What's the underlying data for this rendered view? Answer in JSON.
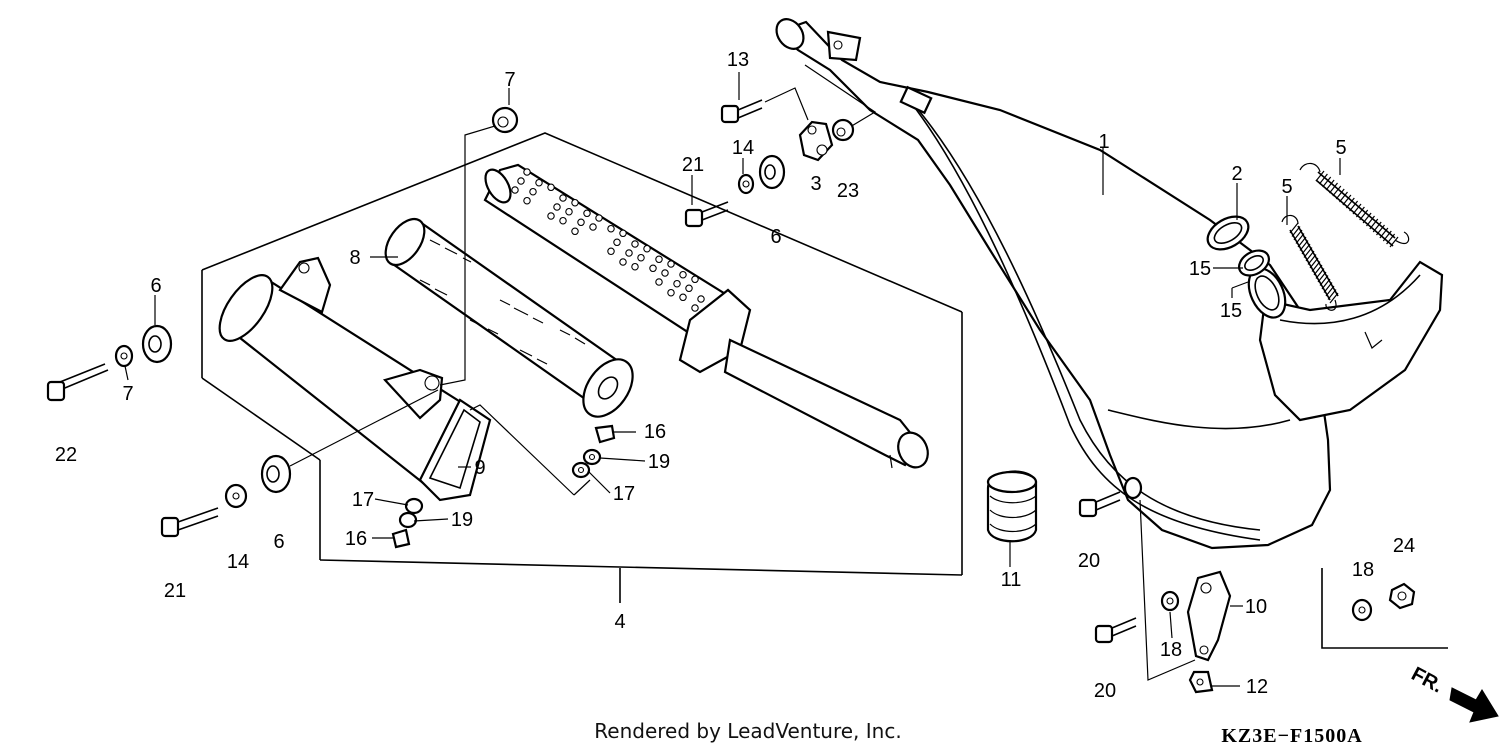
{
  "callouts": [
    {
      "id": "c1",
      "label": "1"
    },
    {
      "id": "c2",
      "label": "2"
    },
    {
      "id": "c3",
      "label": "3"
    },
    {
      "id": "c4",
      "label": "4"
    },
    {
      "id": "c5a",
      "label": "5"
    },
    {
      "id": "c5b",
      "label": "5"
    },
    {
      "id": "c6a",
      "label": "6"
    },
    {
      "id": "c6b",
      "label": "6"
    },
    {
      "id": "c6c",
      "label": "6"
    },
    {
      "id": "c7a",
      "label": "7"
    },
    {
      "id": "c7b",
      "label": "7"
    },
    {
      "id": "c8",
      "label": "8"
    },
    {
      "id": "c9",
      "label": "9"
    },
    {
      "id": "c10",
      "label": "10"
    },
    {
      "id": "c11",
      "label": "11"
    },
    {
      "id": "c12",
      "label": "12"
    },
    {
      "id": "c13",
      "label": "13"
    },
    {
      "id": "c14a",
      "label": "14"
    },
    {
      "id": "c14b",
      "label": "14"
    },
    {
      "id": "c15a",
      "label": "15"
    },
    {
      "id": "c15b",
      "label": "15"
    },
    {
      "id": "c16a",
      "label": "16"
    },
    {
      "id": "c16b",
      "label": "16"
    },
    {
      "id": "c17a",
      "label": "17"
    },
    {
      "id": "c17b",
      "label": "17"
    },
    {
      "id": "c18a",
      "label": "18"
    },
    {
      "id": "c18b",
      "label": "18"
    },
    {
      "id": "c19a",
      "label": "19"
    },
    {
      "id": "c19b",
      "label": "19"
    },
    {
      "id": "c20a",
      "label": "20"
    },
    {
      "id": "c20b",
      "label": "20"
    },
    {
      "id": "c21a",
      "label": "21"
    },
    {
      "id": "c21b",
      "label": "21"
    },
    {
      "id": "c22",
      "label": "22"
    },
    {
      "id": "c23",
      "label": "23"
    },
    {
      "id": "c24",
      "label": "24"
    }
  ],
  "footer": {
    "credit": "Rendered by LeadVenture, Inc.",
    "diagram_code": "KZ3E−F1500A"
  },
  "direction": {
    "label": "FR.",
    "icon": "forward-arrow-icon"
  }
}
